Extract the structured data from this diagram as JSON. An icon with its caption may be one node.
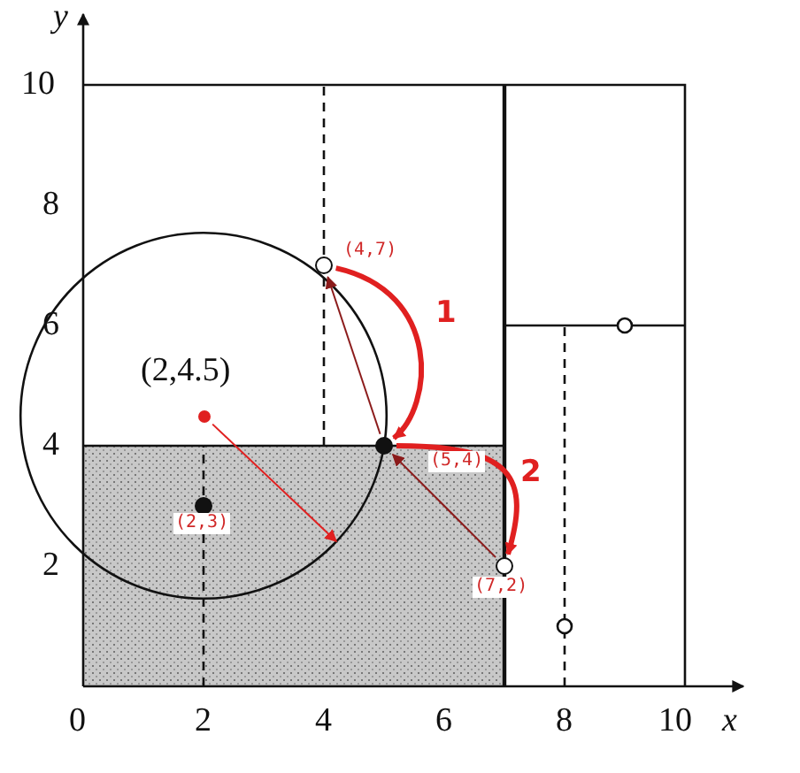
{
  "diagram": {
    "nodes": [
      {
        "text": [
          "(4,7)"
        ]
      },
      {
        "text": [
          "(5,4)"
        ]
      },
      {
        "text": [
          "(7,2)"
        ]
      },
      {
        "text": [
          "(2,3)"
        ]
      },
      {
        "text": [
          "(2,4.5)"
        ]
      }
    ],
    "edges": [
      {
        "from": 1,
        "to": 0,
        "arrow": "to"
      },
      {
        "from": 2,
        "to": 1,
        "arrow": "to"
      },
      {
        "from": 4,
        "to": null,
        "arrow": "to",
        "color": "#e02020"
      },
      {
        "from": 0,
        "to": 1,
        "arrow": "to",
        "label": "1",
        "style": "thick",
        "color": "#e02020"
      },
      {
        "from": 1,
        "to": 2,
        "arrow": "to",
        "label": "2",
        "style": "thick",
        "color": "#e02020"
      }
    ],
    "labels": [
      "y",
      "10",
      "8",
      "6",
      "4",
      "2",
      "0",
      "2",
      "4",
      "6",
      "8",
      "10",
      "x"
    ]
  }
}
